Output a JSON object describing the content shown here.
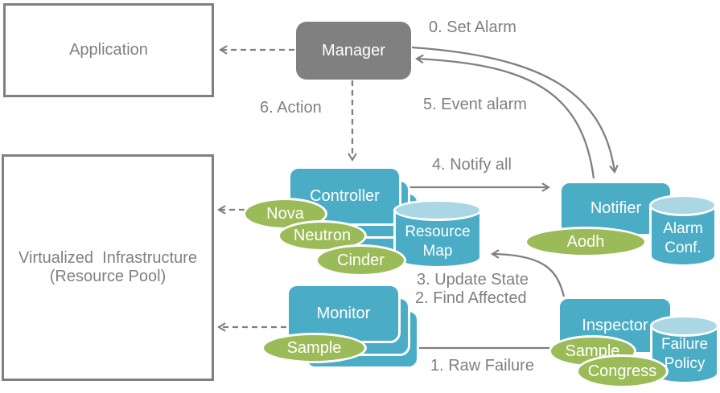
{
  "colors": {
    "component_fill": "#4BACC6",
    "cylinder_top_fill": "#ABD7E5",
    "plugin_fill": "#9BBB59",
    "neutral_gray": "#808080",
    "text_on_fill": "#FFFFFF"
  },
  "boxes": {
    "application": {
      "label": "Application"
    },
    "virtualized_infrastructure": {
      "line1": "Virtualized  Infrastructure",
      "line2": "(Resource Pool)"
    },
    "manager": {
      "label": "Manager"
    },
    "controller": {
      "label": "Controller"
    },
    "monitor": {
      "label": "Monitor"
    },
    "notifier": {
      "label": "Notifier"
    },
    "inspector": {
      "label": "Inspector"
    }
  },
  "cylinders": {
    "resource_map": {
      "line1": "Resource",
      "line2": "Map"
    },
    "alarm_conf": {
      "line1": "Alarm",
      "line2": "Conf."
    },
    "failure_policy": {
      "line1": "Failure",
      "line2": "Policy"
    }
  },
  "ellipses": {
    "nova": {
      "label": "Nova"
    },
    "neutron": {
      "label": "Neutron"
    },
    "cinder": {
      "label": "Cinder"
    },
    "aodh": {
      "label": "Aodh"
    },
    "sample_monitor": {
      "label": "Sample"
    },
    "sample_inspector": {
      "label": "Sample"
    },
    "congress": {
      "label": "Congress"
    }
  },
  "flow_labels": {
    "set_alarm": "0. Set Alarm",
    "event_alarm": "5. Event alarm",
    "notify_all": "4. Notify all",
    "action": "6. Action",
    "update_state": "3. Update State",
    "find_affected": "2. Find Affected",
    "raw_failure": "1. Raw Failure"
  }
}
